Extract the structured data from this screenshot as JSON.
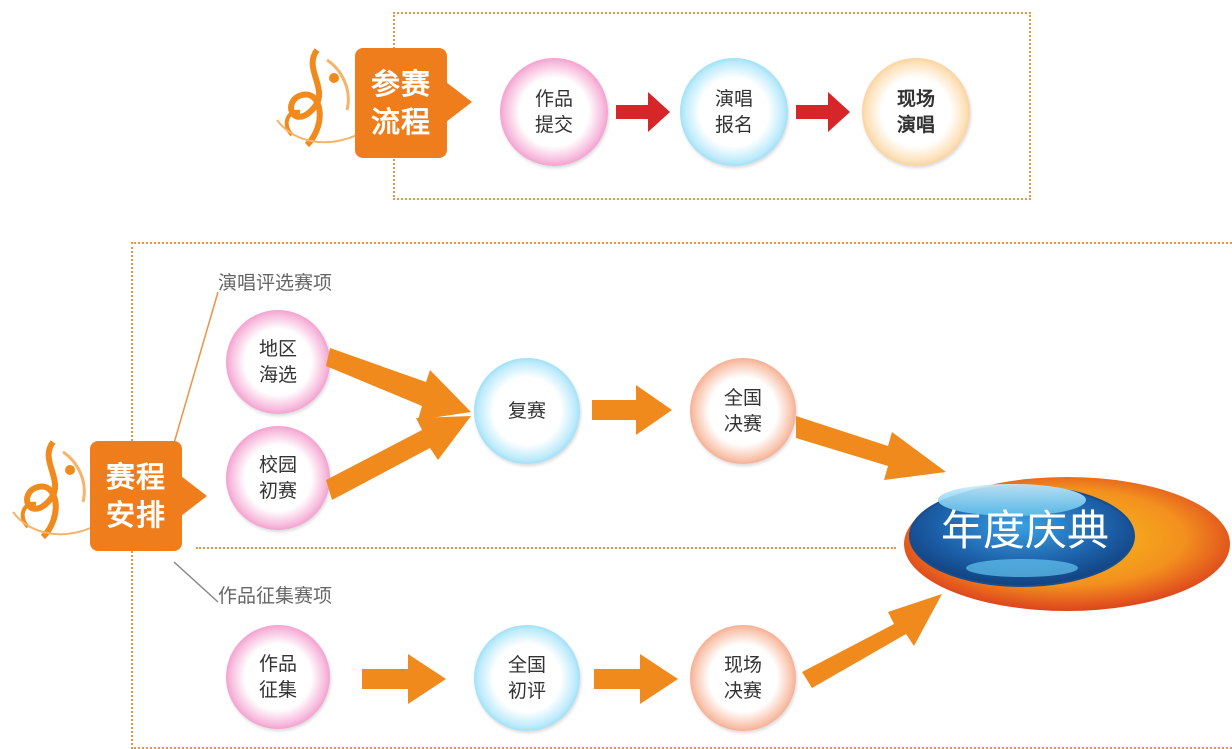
{
  "top": {
    "badge": "参赛\n流程",
    "steps": [
      "作品\n提交",
      "演唱\n报名",
      "现场\n演唱"
    ]
  },
  "bottom": {
    "badge": "赛程\n安排",
    "singing_label": "演唱评选赛项",
    "works_label": "作品征集赛项",
    "singing": {
      "region": "地区\n海选",
      "campus": "校园\n初赛",
      "semifinal": "复赛",
      "national_final": "全国\n决赛"
    },
    "works": {
      "collect": "作品\n征集",
      "national_review": "全国\n初评",
      "live_final": "现场\n决赛"
    },
    "finale": "年度庆典"
  },
  "colors": {
    "accent_orange": "#f07d1c",
    "arrow_red": "#d6262a",
    "dotted_border": "#e8954a"
  }
}
